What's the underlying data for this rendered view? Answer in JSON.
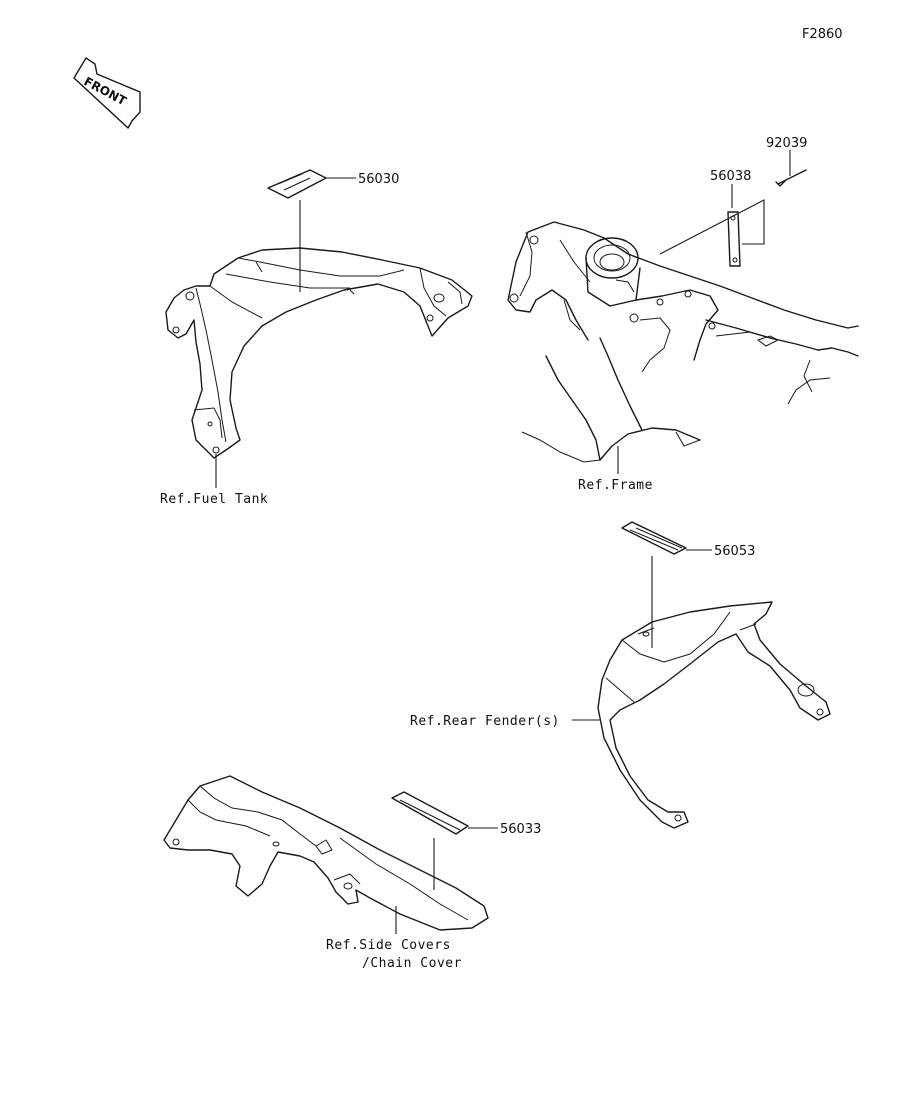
{
  "figure_code": "F2860",
  "direction": {
    "label": "FRONT",
    "icon": "front-arrow-icon"
  },
  "parts": [
    {
      "number": "56030"
    },
    {
      "number": "56038"
    },
    {
      "number": "92039"
    },
    {
      "number": "56053"
    },
    {
      "number": "56033"
    }
  ],
  "references": {
    "fuel_tank": "Ref.Fuel Tank",
    "frame": "Ref.Frame",
    "rear_fender": "Ref.Rear Fender(s)",
    "side_covers_line1": "Ref.Side Covers",
    "side_covers_line2": "/Chain Cover"
  }
}
